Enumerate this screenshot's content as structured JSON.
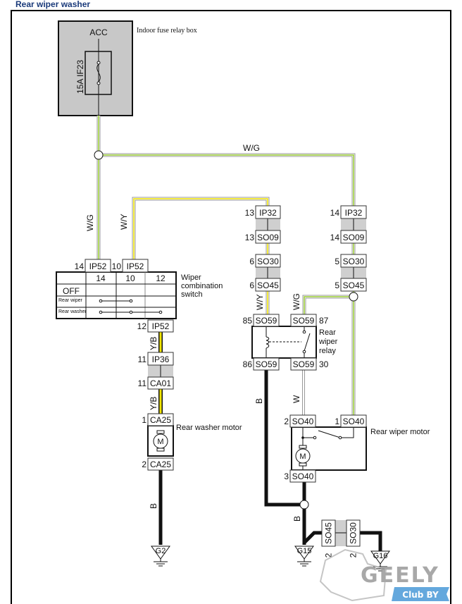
{
  "title": "Rear wiper washer",
  "fuse_box": {
    "label": "Indoor fuse relay box",
    "source": "ACC",
    "fuse": "15A  IF23"
  },
  "switch": {
    "label_lines": [
      "Wiper",
      "combination",
      "switch"
    ],
    "columns": [
      "14",
      "10",
      "12"
    ],
    "rows": [
      "OFF",
      "Rear wiper",
      "Rear washer"
    ]
  },
  "components": {
    "relay_lines": [
      "Rear",
      "wiper",
      "relay"
    ],
    "washer_motor": "Rear washer motor",
    "wiper_motor": "Rear wiper motor",
    "motor_symbol": "M"
  },
  "wire_labels": {
    "fuse_to_relay": "W/G",
    "fuse_to_switch": "W/G",
    "switch_to_relay": "W/Y",
    "relay_85": "W/Y",
    "relay_87": "W/G",
    "washer_upper": "Y/B",
    "washer_lower": "Y/B",
    "washer_ground": "B",
    "relay_86": "B",
    "relay_30": "W",
    "wiper_ground": "B"
  },
  "connectors": [
    {
      "pin": "14",
      "name": "IP52"
    },
    {
      "pin": "10",
      "name": "IP52"
    },
    {
      "pin": "12",
      "name": "IP52"
    },
    {
      "pin": "11",
      "name": "IP36"
    },
    {
      "pin": "11",
      "name": "CA01"
    },
    {
      "pin": "1",
      "name": "CA25"
    },
    {
      "pin": "2",
      "name": "CA25"
    },
    {
      "pin": "13",
      "name": "IP32"
    },
    {
      "pin": "13",
      "name": "SO09"
    },
    {
      "pin": "6",
      "name": "SO30"
    },
    {
      "pin": "6",
      "name": "SO45"
    },
    {
      "pin": "14",
      "name": "IP32"
    },
    {
      "pin": "14",
      "name": "SO09"
    },
    {
      "pin": "5",
      "name": "SO30"
    },
    {
      "pin": "5",
      "name": "SO45"
    },
    {
      "pin": "85",
      "name": "SO59"
    },
    {
      "pin": "87",
      "name": "SO59"
    },
    {
      "pin": "86",
      "name": "SO59"
    },
    {
      "pin": "30",
      "name": "SO59"
    },
    {
      "pin": "2",
      "name": "SO40"
    },
    {
      "pin": "1",
      "name": "SO40"
    },
    {
      "pin": "3",
      "name": "SO40"
    },
    {
      "pin": "2",
      "name": "SO45"
    },
    {
      "pin": "2",
      "name": "SO30"
    }
  ],
  "grounds": [
    "G2",
    "G15",
    "G16"
  ],
  "wire_colors": {
    "W/G": "#9acd32",
    "W/Y": "#f2e600",
    "Y/B": "#f2e600",
    "B": "#111111",
    "W": "#ffffff"
  },
  "watermark": {
    "brand": "GEELY",
    "sub": "Club BY"
  }
}
